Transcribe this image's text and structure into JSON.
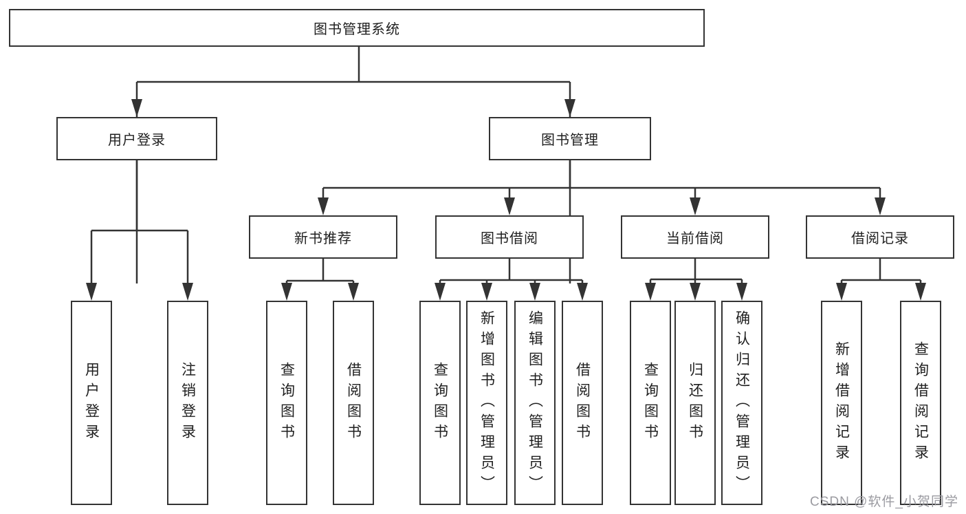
{
  "diagram": {
    "type": "tree",
    "title": "图书管理系统",
    "watermark": "CSDN @软件_小贺同学",
    "colors": {
      "background": "#ffffff",
      "box_border": "#333333",
      "box_fill": "#ffffff",
      "line": "#333333",
      "text": "#1f1f1f",
      "watermark_text": "#9b9ba1"
    },
    "root": {
      "label": "图书管理系统",
      "children": [
        {
          "label": "用户登录",
          "children": [
            {
              "label": "用户登录"
            },
            {
              "label": "注销登录"
            }
          ]
        },
        {
          "label": "图书管理",
          "children": [
            {
              "label": "新书推荐",
              "children": [
                {
                  "label": "查询图书"
                },
                {
                  "label": "借阅图书"
                }
              ]
            },
            {
              "label": "图书借阅",
              "children": [
                {
                  "label": "查询图书"
                },
                {
                  "label": "新增图书（管理员）"
                },
                {
                  "label": "编辑图书（管理员）"
                },
                {
                  "label": "借阅图书"
                }
              ]
            },
            {
              "label": "当前借阅",
              "children": [
                {
                  "label": "查询图书"
                },
                {
                  "label": "归还图书"
                },
                {
                  "label": "确认归还（管理员）"
                }
              ]
            },
            {
              "label": "借阅记录",
              "children": [
                {
                  "label": "新增借阅记录"
                },
                {
                  "label": "查询借阅记录"
                }
              ]
            }
          ]
        }
      ]
    }
  }
}
